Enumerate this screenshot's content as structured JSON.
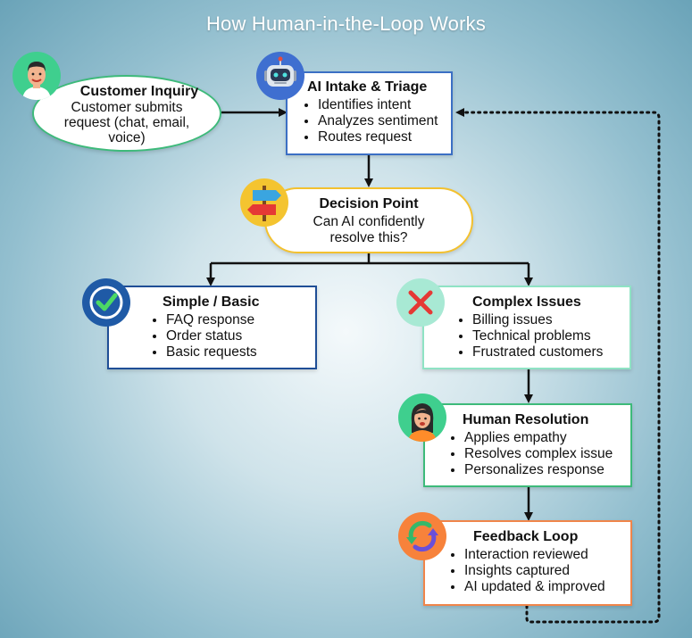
{
  "title": "How Human-in-the-Loop Works",
  "colors": {
    "green_border": "#3dba7a",
    "blue_border": "#3b6fc4",
    "navy_border": "#1f4e96",
    "mint_border": "#8fe3c4",
    "yellow_border": "#f3c12f",
    "orange_border": "#f0854a"
  },
  "nodes": {
    "customer_inquiry": {
      "title": "Customer Inquiry",
      "lines": [
        "Customer submits",
        "request (chat, email,",
        "voice)"
      ],
      "icon": "customer-avatar-icon"
    },
    "ai_intake": {
      "title": "AI Intake & Triage",
      "items": [
        "Identifies intent",
        "Analyzes sentiment",
        "Routes request"
      ],
      "icon": "robot-icon"
    },
    "decision_point": {
      "title": "Decision Point",
      "lines": [
        "Can AI confidently",
        "resolve this?"
      ],
      "icon": "signpost-icon"
    },
    "simple_basic": {
      "title": "Simple / Basic",
      "items": [
        "FAQ response",
        "Order status",
        "Basic requests"
      ],
      "icon": "checkmark-icon"
    },
    "complex_issues": {
      "title": "Complex Issues",
      "items": [
        "Billing issues",
        "Technical problems",
        "Frustrated customers"
      ],
      "icon": "cross-icon"
    },
    "human_resolution": {
      "title": "Human Resolution",
      "items": [
        "Applies empathy",
        "Resolves complex issue",
        "Personalizes response"
      ],
      "icon": "agent-avatar-icon"
    },
    "feedback_loop": {
      "title": "Feedback Loop",
      "items": [
        "Interaction reviewed",
        "Insights captured",
        "AI updated & improved"
      ],
      "icon": "cycle-arrows-icon"
    }
  }
}
